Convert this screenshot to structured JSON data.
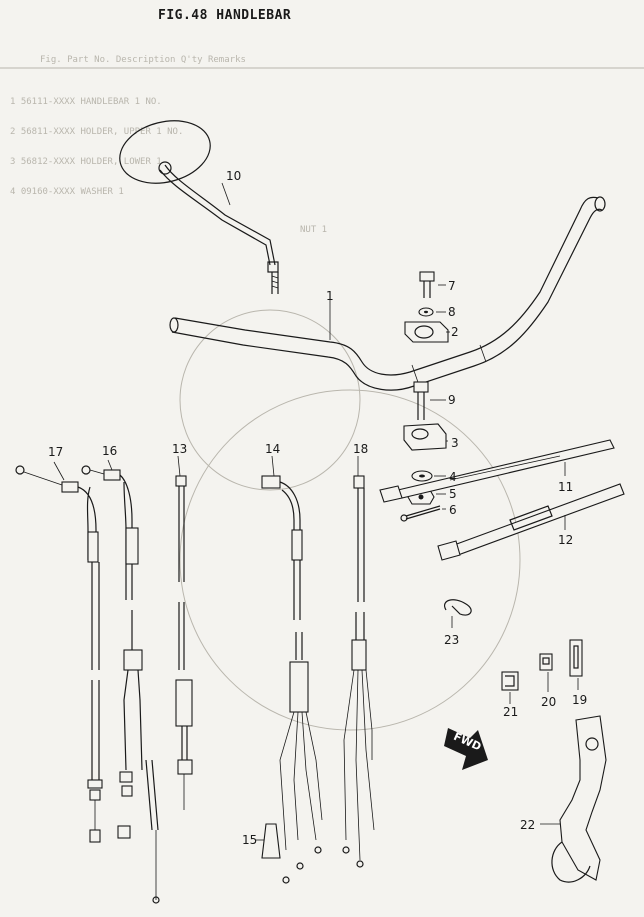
{
  "figure": {
    "title": "FIG.48  HANDLEBAR"
  },
  "callouts": {
    "c1": "1",
    "c2": "2",
    "c3": "3",
    "c4": "4",
    "c5": "5",
    "c6": "6",
    "c7": "7",
    "c8": "8",
    "c9": "9",
    "c10": "10",
    "c11": "11",
    "c12": "12",
    "c13": "13",
    "c14": "14",
    "c15": "15",
    "c16": "16",
    "c17": "17",
    "c18": "18",
    "c19": "19",
    "c20": "20",
    "c21": "21",
    "c22": "22",
    "c23": "23"
  },
  "direction_marker": {
    "label": "FWD"
  },
  "colors": {
    "ink": "#1a1a1a",
    "paper": "#f4f3ef",
    "bleed": "#b9b6ad"
  }
}
